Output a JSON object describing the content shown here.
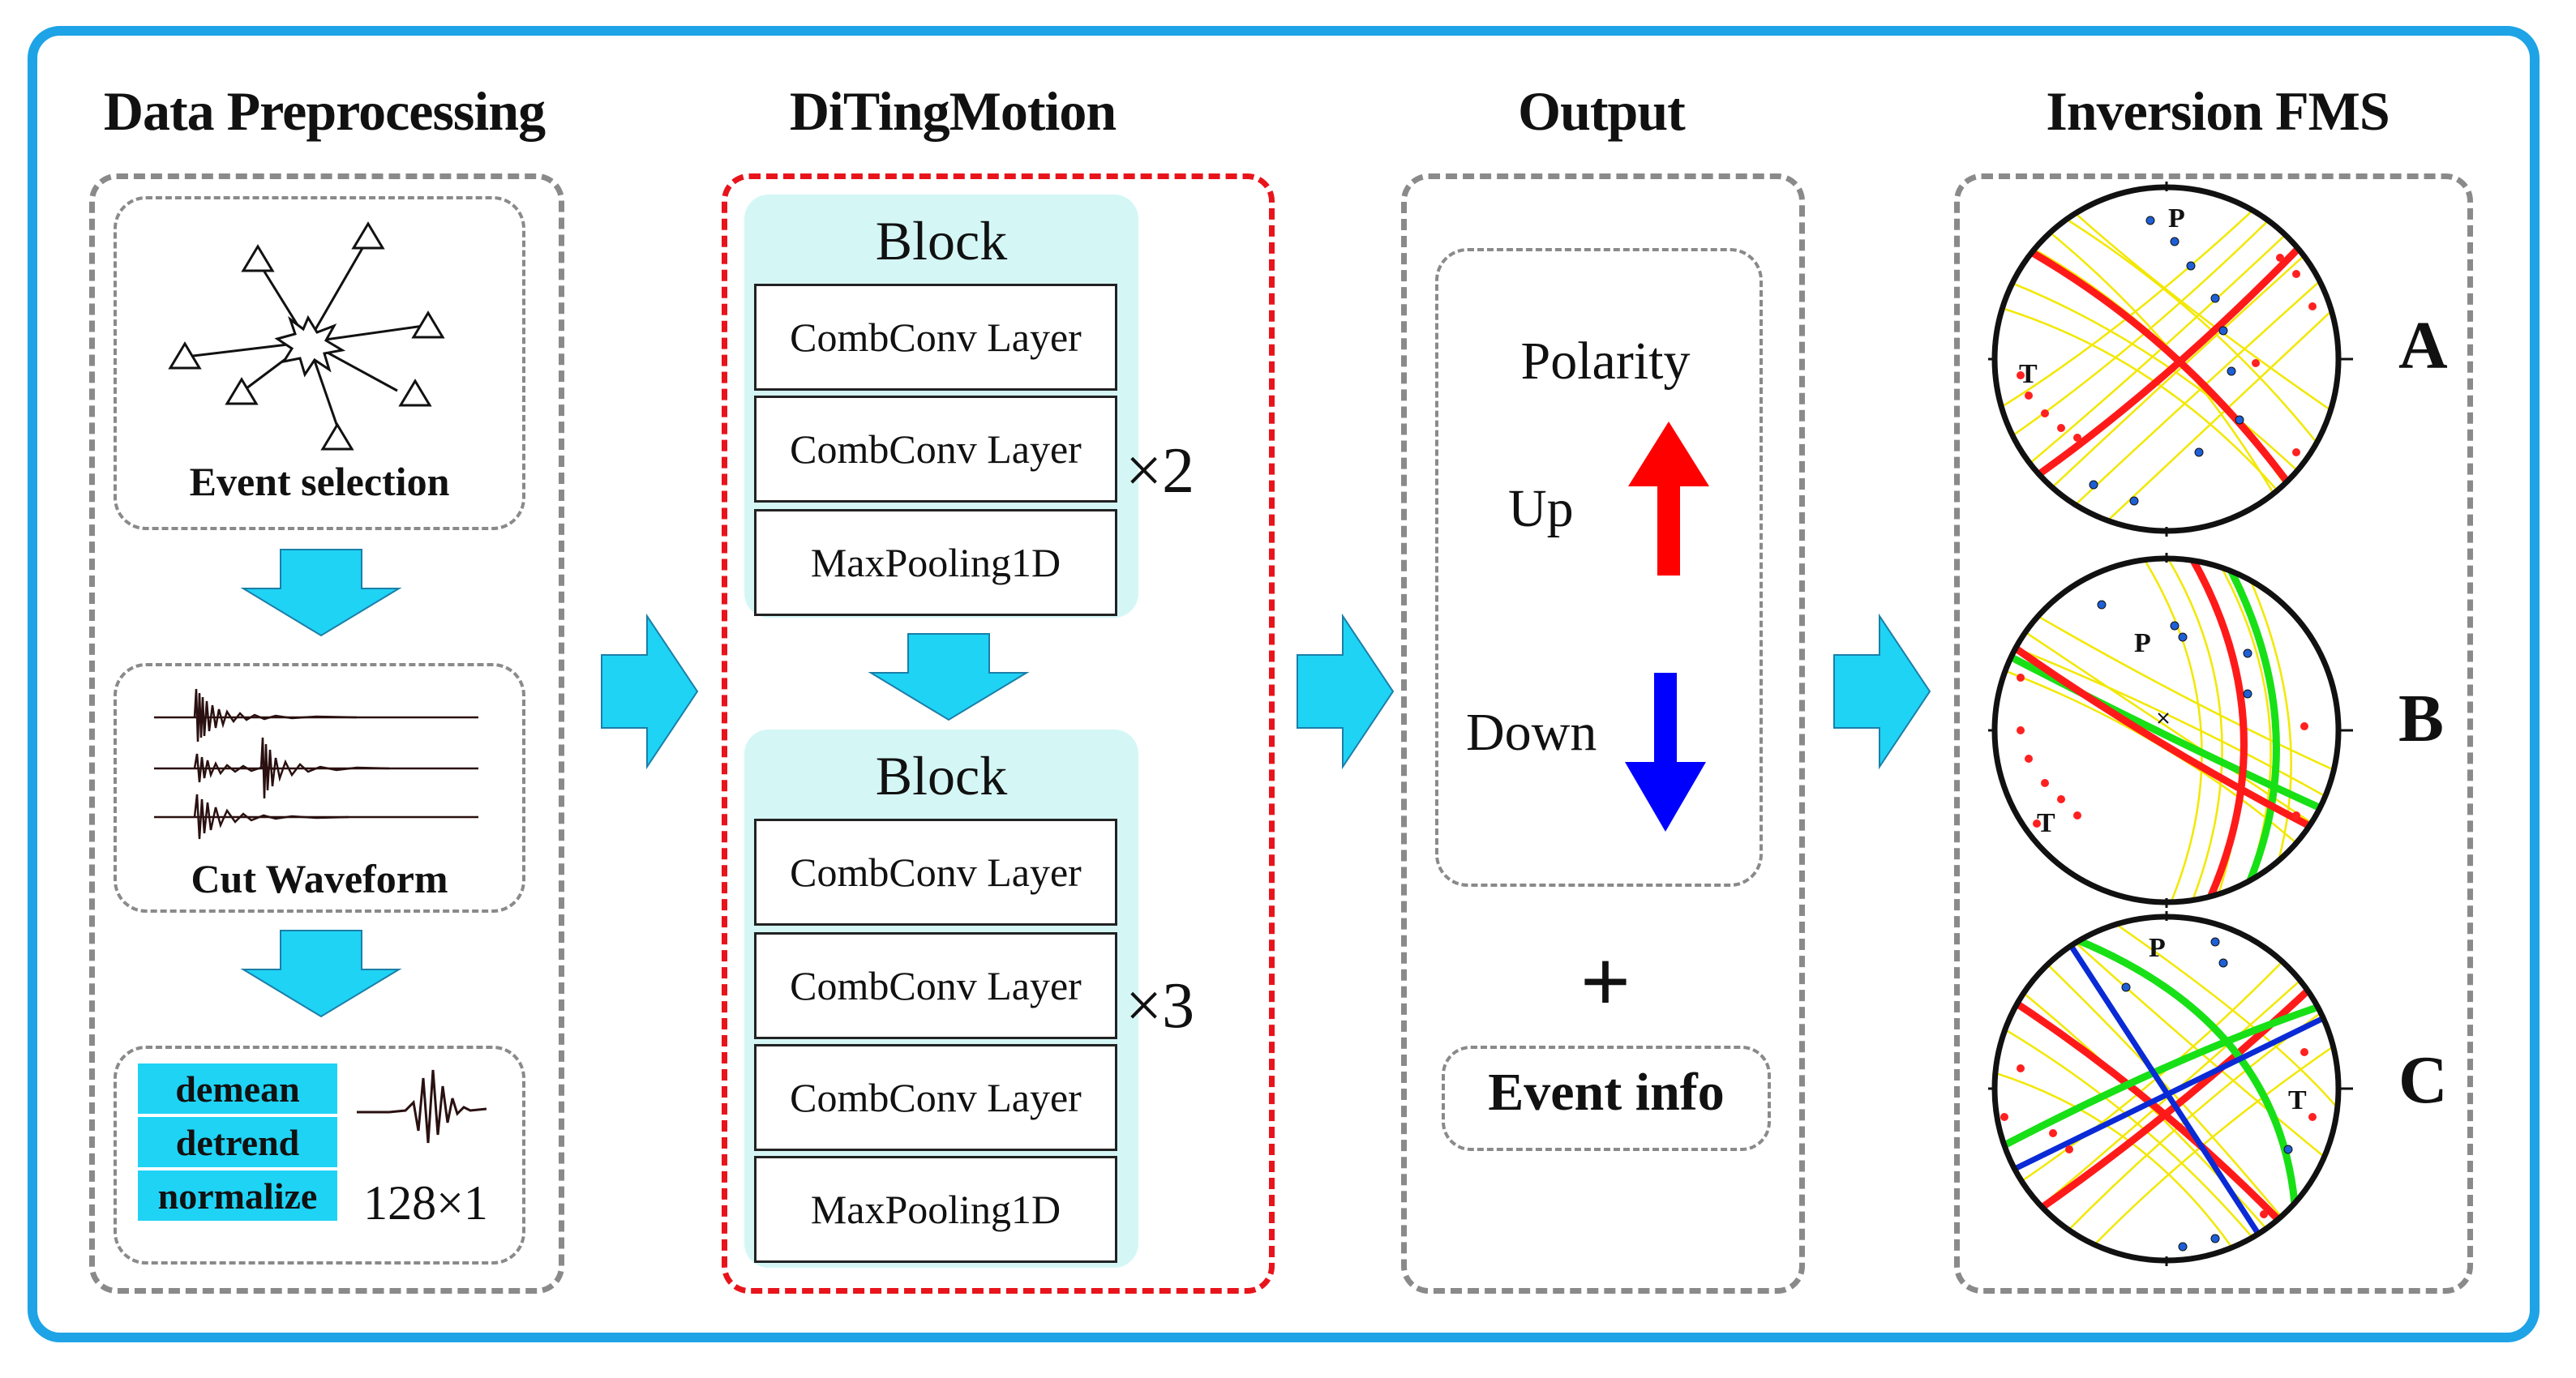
{
  "sections": {
    "preprocessing": "Data Preprocessing",
    "model": "DiTingMotion",
    "output": "Output",
    "inversion": "Inversion FMS"
  },
  "preprocessing": {
    "event_selection": "Event selection",
    "cut_waveform": "Cut Waveform",
    "steps": [
      "demean",
      "detrend",
      "normalize"
    ],
    "shape": "128×1"
  },
  "model": {
    "block1": {
      "title": "Block",
      "layers": [
        "CombConv Layer",
        "CombConv Layer",
        "MaxPooling1D"
      ],
      "repeat": "×2"
    },
    "block2": {
      "title": "Block",
      "layers": [
        "CombConv Layer",
        "CombConv Layer",
        "CombConv Layer",
        "MaxPooling1D"
      ],
      "repeat": "×3"
    }
  },
  "output": {
    "polarity": "Polarity",
    "up": "Up",
    "down": "Down",
    "plus": "+",
    "event_info": "Event info"
  },
  "inversion": {
    "labels": [
      "A",
      "B",
      "C"
    ],
    "beachballs": [
      {
        "p": "P",
        "t": "T"
      },
      {
        "p": "P",
        "t": "T"
      },
      {
        "p": "P",
        "t": "T"
      }
    ]
  },
  "colors": {
    "frame": "#1ea3e6",
    "arrow": "#1fd3f5",
    "up_arrow": "#ff0000",
    "down_arrow": "#0000ff",
    "block_bg": "#d4f7f6",
    "red_dash": "#e8141b"
  }
}
